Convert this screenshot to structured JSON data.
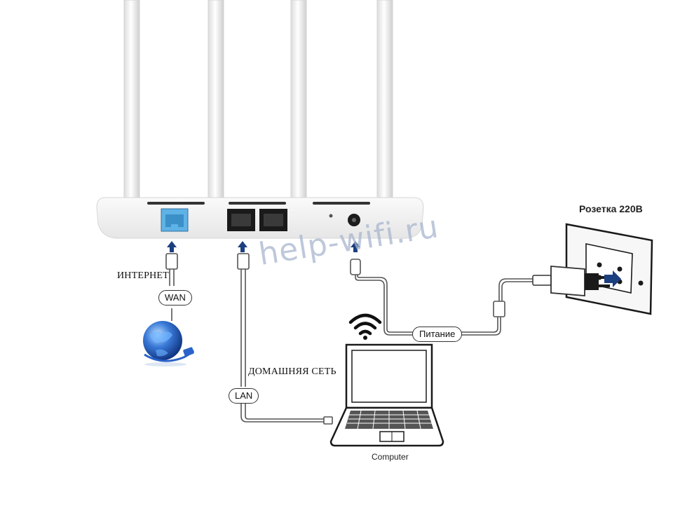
{
  "labels": {
    "internet": "ИНТЕРНЕТ",
    "wan": "WAN",
    "home_network": "ДОМАШНЯЯ СЕТЬ",
    "lan": "LAN",
    "power": "Питание",
    "socket": "Розетка 220В",
    "computer": "Computer"
  },
  "watermark": "help-wifi.ru",
  "colors": {
    "wan_port": "#5fb2e6",
    "arrow": "#1c3f80",
    "globe": "#2a62c9",
    "router_body": "#f2f2f2"
  },
  "icons": [
    "wifi-icon",
    "globe-icon",
    "laptop-icon",
    "power-adapter-icon",
    "wall-socket-icon"
  ]
}
